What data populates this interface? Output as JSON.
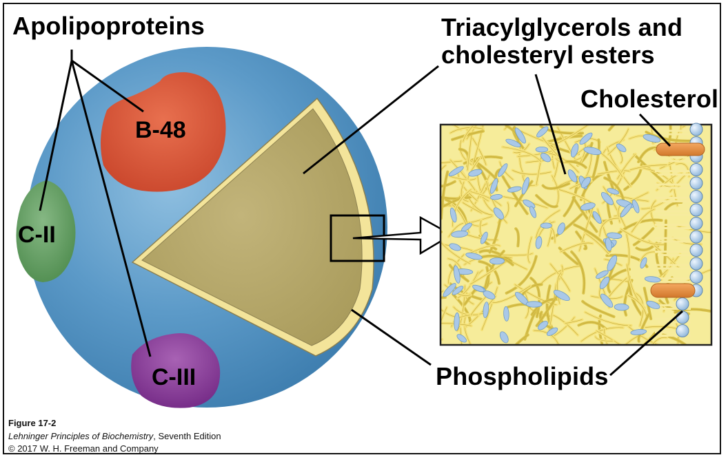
{
  "labels": {
    "apolipoproteins": "Apolipoproteins",
    "b48": "B-48",
    "c2": "C-II",
    "c3": "C-III",
    "tag_line1": "Triacylglycerols and",
    "tag_line2": "cholesteryl esters",
    "cholesterol": "Cholesterol",
    "phospholipids": "Phospholipids"
  },
  "caption": {
    "figure": "Figure 17-2",
    "book_title": "Lehninger Principles of Biochemistry",
    "book_edition": ", Seventh Edition",
    "copyright": "© 2017 W. H. Freeman and Company"
  },
  "colors": {
    "sphere_blue": "#4f8fbf",
    "core_tan": "#b7a86a",
    "shell_yellow": "#f3e49a",
    "apo_b48_red": "#d9563a",
    "apo_c2_green": "#5f9a5c",
    "apo_c3_purple": "#8a3a9a",
    "cholesterol_orange": "#e08a3a",
    "bead_blue": "#bcd6ee",
    "tail_yellow": "#f2df6e"
  }
}
